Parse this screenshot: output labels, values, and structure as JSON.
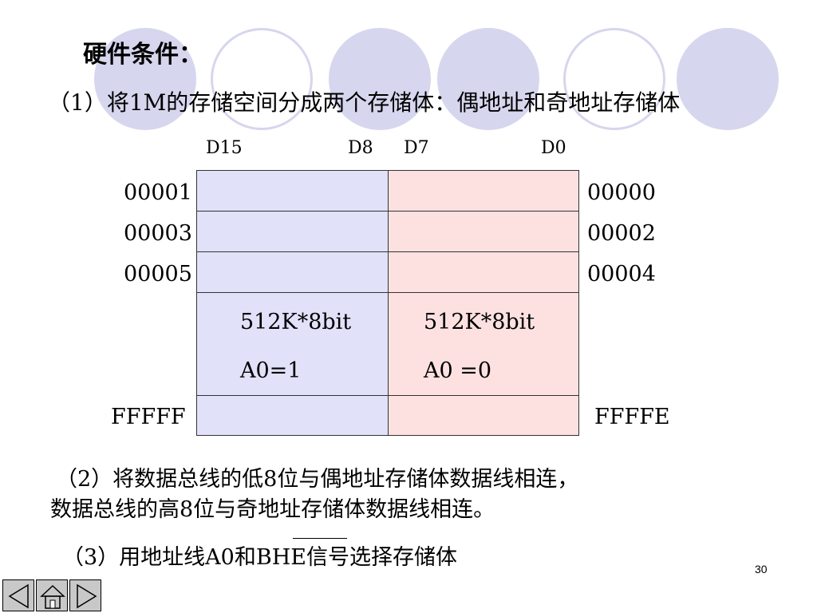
{
  "heading": "硬件条件：",
  "point1": "（1）将1M的存储空间分成两个存储体：偶地址和奇地址存储体",
  "bit_labels": {
    "d15": "D15",
    "d8": "D8",
    "d7": "D7",
    "d0": "D0"
  },
  "odd_addresses": [
    "00001",
    "00003",
    "00005",
    "FFFFF"
  ],
  "even_addresses": [
    "00000",
    "00002",
    "00004",
    "FFFFE"
  ],
  "odd_bank": {
    "size": "512K*8bit",
    "select": "A0=1"
  },
  "even_bank": {
    "size": "512K*8bit",
    "select": "A0 =0"
  },
  "point2_line1": "（2）将数据总线的低8位与偶地址存储体数据线相连，",
  "point2_line2": "数据总线的高8位与奇地址存储体数据线相连。",
  "point3": {
    "prefix": "（3）用地址线A0和",
    "signal": "BHE",
    "suffix": "信号选择存储体"
  },
  "page_number": "30",
  "nav": {
    "prev": "prev-icon",
    "home": "home-icon",
    "next": "next-icon"
  },
  "colors": {
    "odd_bank_fill": "#e1e1fa",
    "even_bank_fill": "#fde1e1",
    "decoration": "#d6d6ee",
    "nav_button": "#c8c8c8"
  }
}
